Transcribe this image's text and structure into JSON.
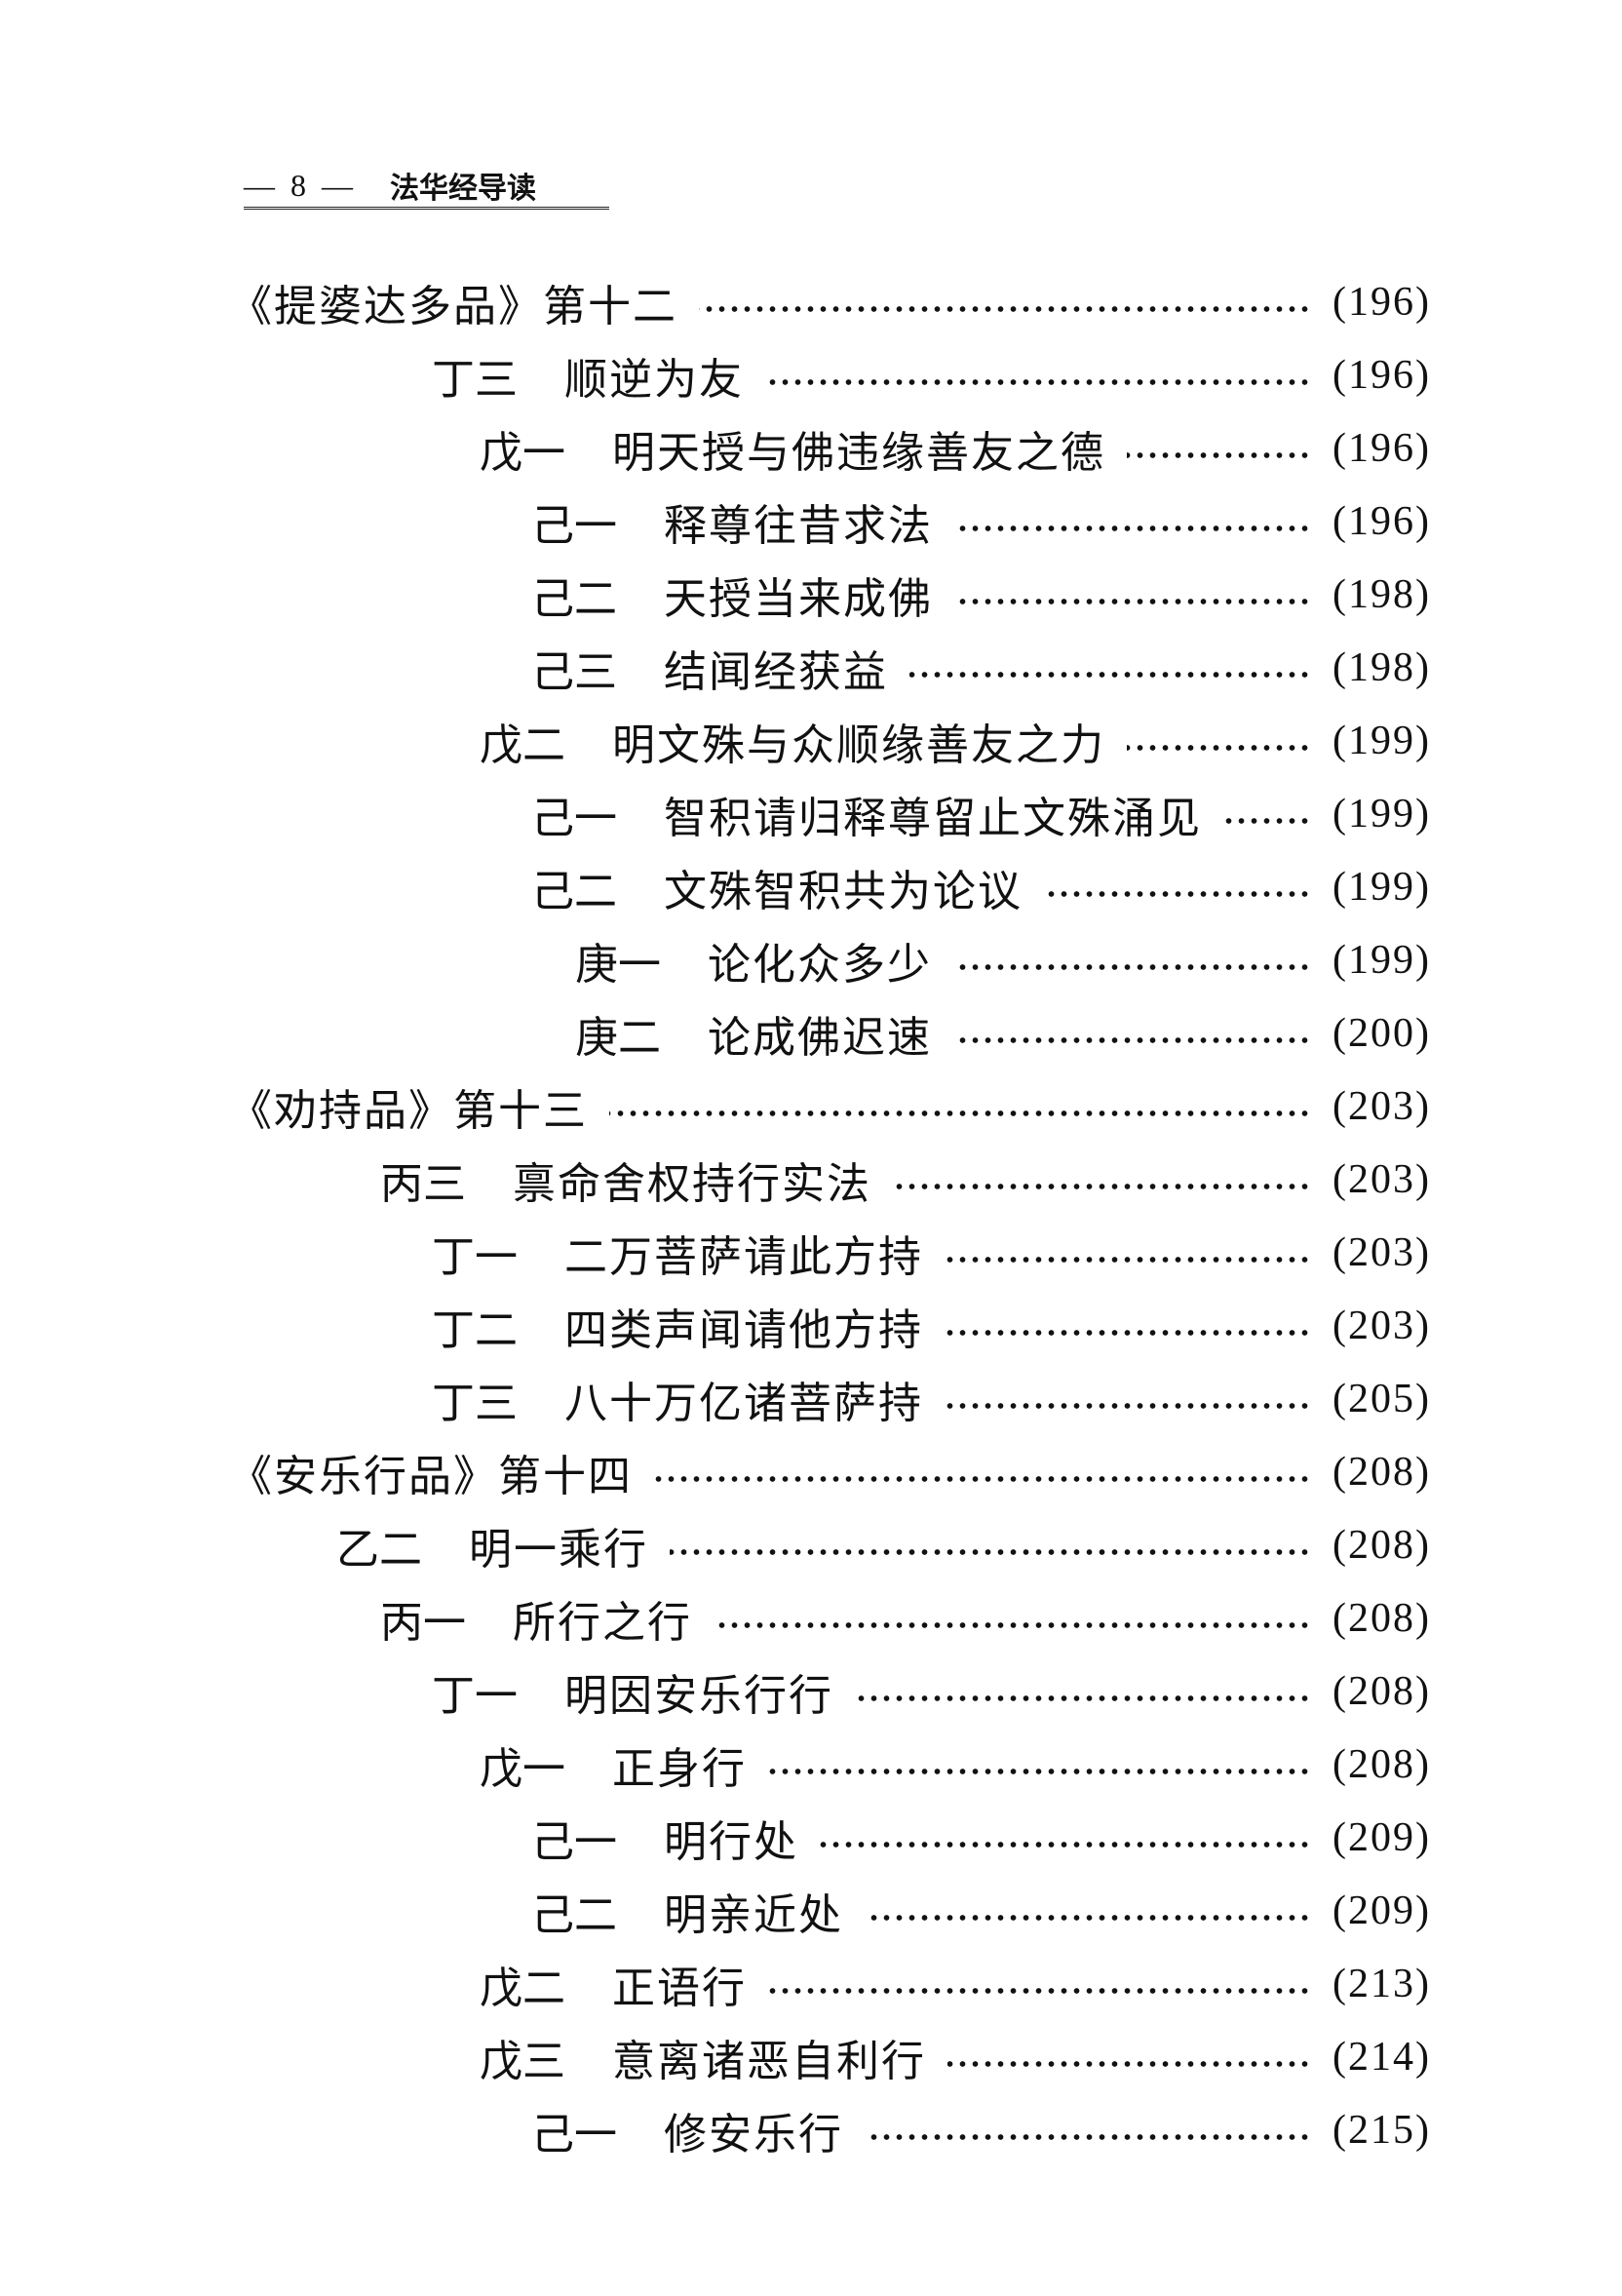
{
  "header": {
    "page_number": "— 8 —",
    "book_title": "法华经导读"
  },
  "toc": [
    {
      "level": 0,
      "prefix": "",
      "title": "《提婆达多品》第十二",
      "page": "(196)"
    },
    {
      "level": 3,
      "prefix": "丁三",
      "title": "顺逆为友",
      "page": "(196)"
    },
    {
      "level": 4,
      "prefix": "戊一",
      "title": "明天授与佛违缘善友之德",
      "page": "(196)"
    },
    {
      "level": 5,
      "prefix": "己一",
      "title": "释尊往昔求法",
      "page": "(196)"
    },
    {
      "level": 5,
      "prefix": "己二",
      "title": "天授当来成佛",
      "page": "(198)"
    },
    {
      "level": 5,
      "prefix": "己三",
      "title": "结闻经获益",
      "page": "(198)"
    },
    {
      "level": 4,
      "prefix": "戊二",
      "title": "明文殊与众顺缘善友之力",
      "page": "(199)"
    },
    {
      "level": 5,
      "prefix": "己一",
      "title": "智积请归释尊留止文殊涌见",
      "page": "(199)"
    },
    {
      "level": 5,
      "prefix": "己二",
      "title": "文殊智积共为论议",
      "page": "(199)"
    },
    {
      "level": 6,
      "prefix": "庚一",
      "title": "论化众多少",
      "page": "(199)"
    },
    {
      "level": 6,
      "prefix": "庚二",
      "title": "论成佛迟速",
      "page": "(200)"
    },
    {
      "level": 0,
      "prefix": "",
      "title": "《劝持品》第十三",
      "page": "(203)"
    },
    {
      "level": 2,
      "prefix": "丙三",
      "title": "禀命舍权持行实法",
      "page": "(203)"
    },
    {
      "level": 3,
      "prefix": "丁一",
      "title": "二万菩萨请此方持",
      "page": "(203)"
    },
    {
      "level": 3,
      "prefix": "丁二",
      "title": "四类声闻请他方持",
      "page": "(203)"
    },
    {
      "level": 3,
      "prefix": "丁三",
      "title": "八十万亿诸菩萨持",
      "page": "(205)"
    },
    {
      "level": 0,
      "prefix": "",
      "title": "《安乐行品》第十四",
      "page": "(208)"
    },
    {
      "level": 1,
      "prefix": "乙二",
      "title": "明一乘行",
      "page": "(208)"
    },
    {
      "level": 2,
      "prefix": "丙一",
      "title": "所行之行",
      "page": "(208)"
    },
    {
      "level": 3,
      "prefix": "丁一",
      "title": "明因安乐行行",
      "page": "(208)"
    },
    {
      "level": 4,
      "prefix": "戊一",
      "title": "正身行",
      "page": "(208)"
    },
    {
      "level": 5,
      "prefix": "己一",
      "title": "明行处",
      "page": "(209)"
    },
    {
      "level": 5,
      "prefix": "己二",
      "title": "明亲近处",
      "page": "(209)"
    },
    {
      "level": 4,
      "prefix": "戊二",
      "title": "正语行",
      "page": "(213)"
    },
    {
      "level": 4,
      "prefix": "戊三",
      "title": "意离诸恶自利行",
      "page": "(214)"
    },
    {
      "level": 5,
      "prefix": "己一",
      "title": "修安乐行",
      "page": "(215)"
    }
  ]
}
